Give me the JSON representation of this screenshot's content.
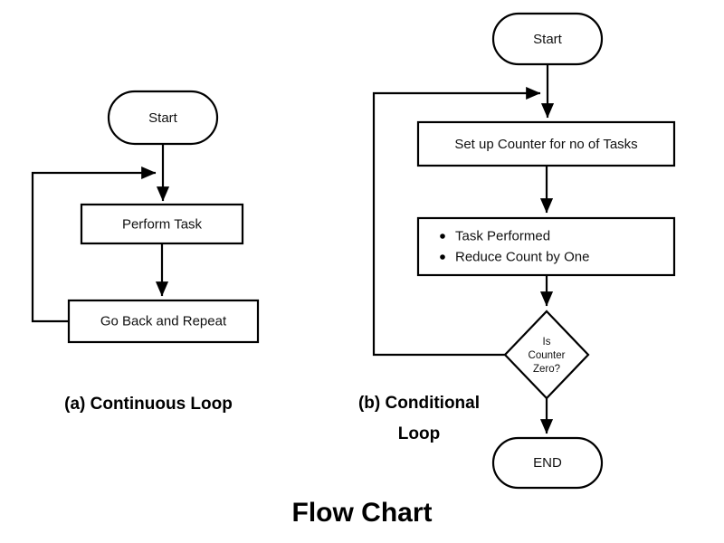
{
  "figure": {
    "title": "Flow Chart",
    "background_color": "#ffffff",
    "stroke_color": "#000000",
    "text_color": "#111111"
  },
  "panels": [
    {
      "id": "panel-a",
      "caption_line1": "(a) Continuous Loop",
      "caption_line2": "",
      "nodes": {
        "start": {
          "label": "Start",
          "shape": "terminator"
        },
        "perform_task": {
          "label": "Perform Task",
          "shape": "process"
        },
        "go_back": {
          "label": "Go Back and Repeat",
          "shape": "process"
        }
      }
    },
    {
      "id": "panel-b",
      "caption_line1": "(b) Conditional",
      "caption_line2": "Loop",
      "nodes": {
        "start": {
          "label": "Start",
          "shape": "terminator"
        },
        "setup_counter": {
          "label": "Set up Counter for no of Tasks",
          "shape": "process"
        },
        "task_list": {
          "shape": "process",
          "bullets": [
            "Task Performed",
            "Reduce Count by One"
          ]
        },
        "decision": {
          "shape": "decision",
          "line1": "Is",
          "line2": "Counter",
          "line3": "Zero?"
        },
        "end": {
          "label": "END",
          "shape": "terminator"
        }
      }
    }
  ],
  "chart_data": {
    "type": "diagram",
    "title": "Flow Chart",
    "subtype": "flowchart",
    "panels": [
      {
        "label": "(a) Continuous Loop",
        "nodes": [
          {
            "id": "a-start",
            "type": "terminator",
            "text": "Start"
          },
          {
            "id": "a-perform",
            "type": "process",
            "text": "Perform Task"
          },
          {
            "id": "a-goback",
            "type": "process",
            "text": "Go Back and Repeat"
          }
        ],
        "edges": [
          {
            "from": "a-start",
            "to": "a-perform",
            "type": "arrow"
          },
          {
            "from": "a-perform",
            "to": "a-goback",
            "type": "arrow"
          },
          {
            "from": "a-goback",
            "to": "a-perform",
            "type": "feedback-arrow",
            "route": "left-loop"
          }
        ]
      },
      {
        "label": "(b) Conditional Loop",
        "nodes": [
          {
            "id": "b-start",
            "type": "terminator",
            "text": "Start"
          },
          {
            "id": "b-setup",
            "type": "process",
            "text": "Set up Counter for no of Tasks"
          },
          {
            "id": "b-tasks",
            "type": "process",
            "text": "Task Performed; Reduce Count by One"
          },
          {
            "id": "b-decision",
            "type": "decision",
            "text": "Is Counter Zero?"
          },
          {
            "id": "b-end",
            "type": "terminator",
            "text": "END"
          }
        ],
        "edges": [
          {
            "from": "b-start",
            "to": "b-setup",
            "type": "arrow"
          },
          {
            "from": "b-setup",
            "to": "b-tasks",
            "type": "arrow"
          },
          {
            "from": "b-tasks",
            "to": "b-decision",
            "type": "arrow"
          },
          {
            "from": "b-decision",
            "to": "b-end",
            "type": "arrow"
          },
          {
            "from": "b-decision",
            "to": "b-setup",
            "type": "feedback-arrow",
            "route": "left-loop"
          }
        ]
      }
    ]
  }
}
